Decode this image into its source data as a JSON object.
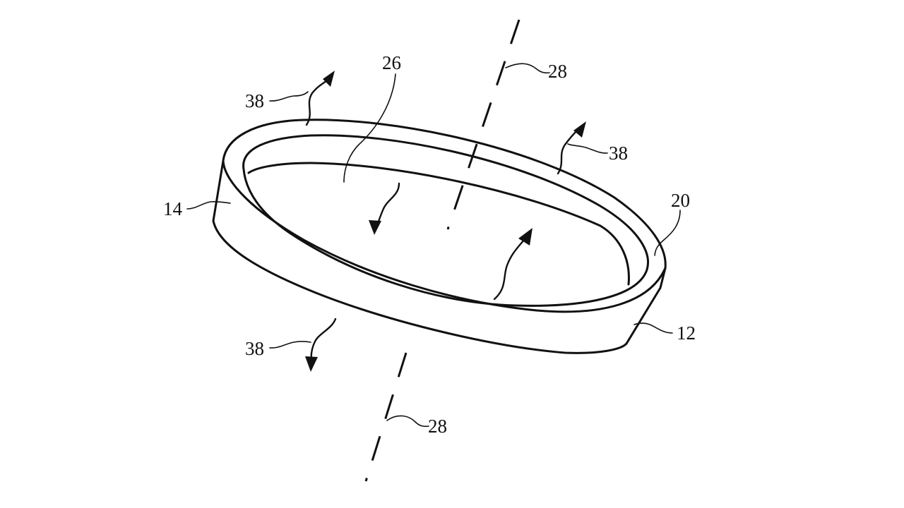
{
  "figure": {
    "labels": {
      "axis_top": "28",
      "axis_bottom": "28",
      "inner_surface": "26",
      "emission_top_left": "38",
      "emission_top_right": "38",
      "emission_bottom_left": "38",
      "outer_band": "14",
      "rim": "20",
      "band_edge": "12"
    },
    "colors": {
      "ink": "#111111",
      "background": "#ffffff"
    }
  }
}
